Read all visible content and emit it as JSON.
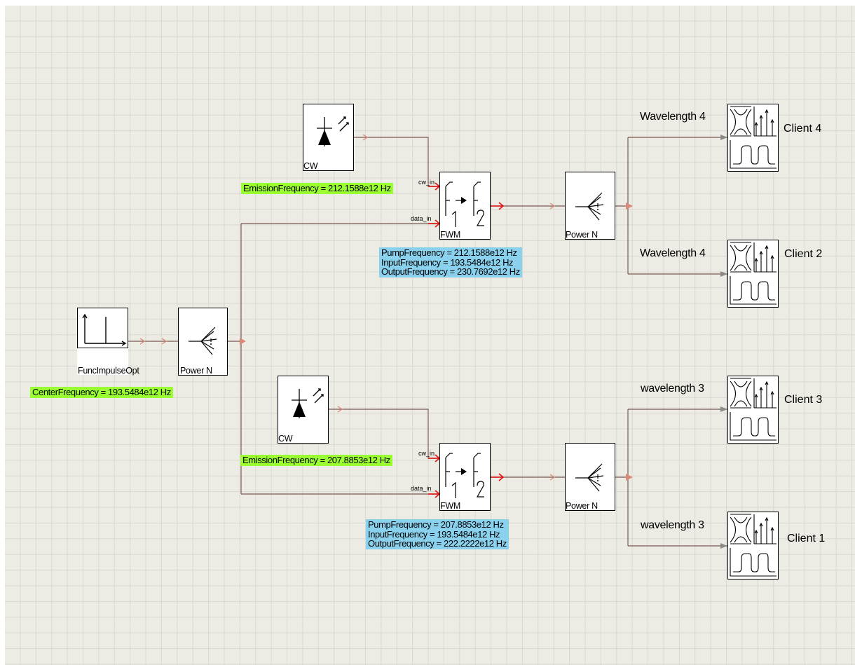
{
  "blocks": {
    "impulse": {
      "label": "FuncImpulseOpt",
      "icon": "impulse-icon"
    },
    "splitter_main": {
      "label": "Power N",
      "icon": "splitter-icon"
    },
    "cw_top": {
      "label": "CW",
      "icon": "laser-diode-icon"
    },
    "cw_bottom": {
      "label": "CW",
      "icon": "laser-diode-icon"
    },
    "fwm_top": {
      "label": "FWM",
      "icon": "fwm-icon",
      "port_cw": "cw_in",
      "port_data": "data_in"
    },
    "fwm_bottom": {
      "label": "FWM",
      "icon": "fwm-icon",
      "port_cw": "cw_in",
      "port_data": "data_in"
    },
    "splitter_top": {
      "label": "Power N",
      "icon": "splitter-icon"
    },
    "splitter_bottom": {
      "label": "Power N",
      "icon": "splitter-icon"
    }
  },
  "params": {
    "center_frequency": "CenterFrequency = 193.5484e12 Hz",
    "emission_top": "EmissionFrequency = 212.1588e12 Hz",
    "emission_bottom": "EmissionFrequency = 207.8853e12 Hz",
    "fwm_top": [
      "PumpFrequency = 212.1588e12 Hz",
      "InputFrequency = 193.5484e12 Hz",
      "OutputFrequency = 230.7692e12 Hz"
    ],
    "fwm_bottom": [
      "PumpFrequency = 207.8853e12 Hz",
      "InputFrequency = 193.5484e12 Hz",
      "OutputFrequency = 222.2222e12 Hz"
    ]
  },
  "outputs": [
    {
      "wavelength": "Wavelength 4",
      "client": "Client 4"
    },
    {
      "wavelength": "Wavelength 4",
      "client": "Client 2"
    },
    {
      "wavelength": "wavelength 3",
      "client": "Client 3"
    },
    {
      "wavelength": "wavelength 3",
      "client": "Client 1"
    }
  ],
  "colors": {
    "canvas": "#ecebe4",
    "grid": "#d9d8d0",
    "wire": "#7a5a52",
    "wire_arrow": "#d98a78",
    "port_arrow": "#e01010",
    "param_green": "#99ff33",
    "param_blue": "#8ad1ee"
  }
}
